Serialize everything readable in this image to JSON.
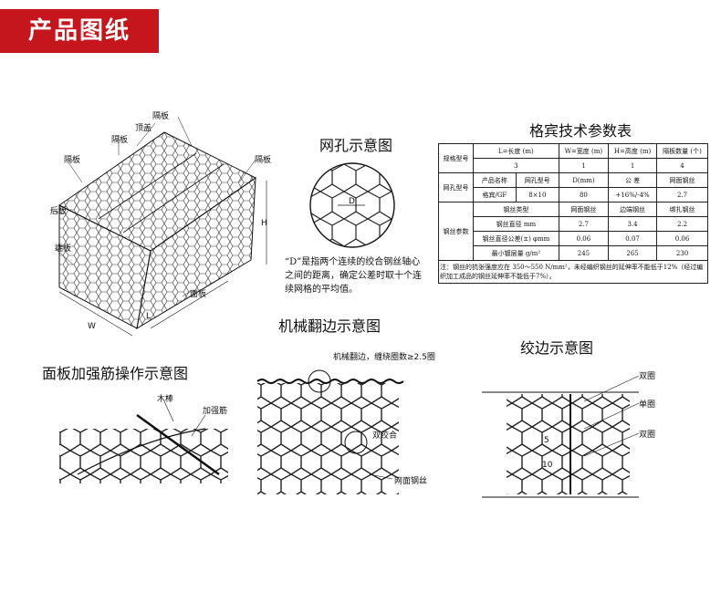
{
  "header": {
    "title": "产品图纸",
    "accent_color": "#c4161c"
  },
  "box": {
    "labels": {
      "top_lid": "隔板",
      "top_center": "顶盖",
      "top_left": "隔板",
      "left": "隔板",
      "right": "隔板",
      "back": "后板",
      "end": "端板",
      "bottom": "面板",
      "height": "H",
      "length": "L",
      "width": "W"
    }
  },
  "mesh_hole": {
    "title": "网孔示意图",
    "d_label": "D",
    "note": "“D”是指两个连续的绞合钢丝轴心之间的距离，确定公差时取十个连续网格的平均值。"
  },
  "spec_table": {
    "title": "格宾技术参数表",
    "size_header": [
      "规格型号",
      "L=长度 (m)",
      "W=宽度 (m)",
      "H=高度 (m)",
      "隔板数量 (个)"
    ],
    "size_values": [
      "3",
      "1",
      "1",
      "4"
    ],
    "mesh_label": "网孔型号",
    "mesh_header": [
      "产品名称",
      "网孔型号",
      "D(mm)",
      "公 差",
      "网面钢丝"
    ],
    "mesh_values": [
      "格宾/GF",
      "8×10",
      "80",
      "+16%/-4%",
      "2.7"
    ],
    "wire_label": "钢丝参数",
    "wire_header": [
      "钢丝类型",
      "网面钢丝",
      "边端钢丝",
      "绑扎钢丝"
    ],
    "wire_rows": [
      {
        "name": "钢丝直径 mm",
        "values": [
          "2.7",
          "3.4",
          "2.2"
        ]
      },
      {
        "name": "钢丝直径公差(±) φmm",
        "values": [
          "0.06",
          "0.07",
          "0.06"
        ]
      },
      {
        "name": "最小镀层量 g/m²",
        "values": [
          "245",
          "265",
          "230"
        ]
      }
    ],
    "note": "注：钢丝的抗张强度应在 350～550 N/mm²，未经编织钢丝的延伸率不能低于12%（经过编织加工成品的钢丝延伸率不能低于7%）。"
  },
  "panel_reinforce": {
    "title": "面板加强筋操作示意图",
    "label_rod": "木棒",
    "label_bar": "加强筋"
  },
  "machine_edge": {
    "title": "机械翻边示意图",
    "label_top": "机械翻边，缠绕圈数≥2.5圈",
    "label_twist": "双绞合",
    "label_wire": "网面钢丝"
  },
  "twist_edge": {
    "title": "绞边示意图",
    "label_double1": "双圈",
    "label_single": "单圈",
    "label_double2": "双圈",
    "dim_a": "5",
    "dim_b": "10"
  }
}
